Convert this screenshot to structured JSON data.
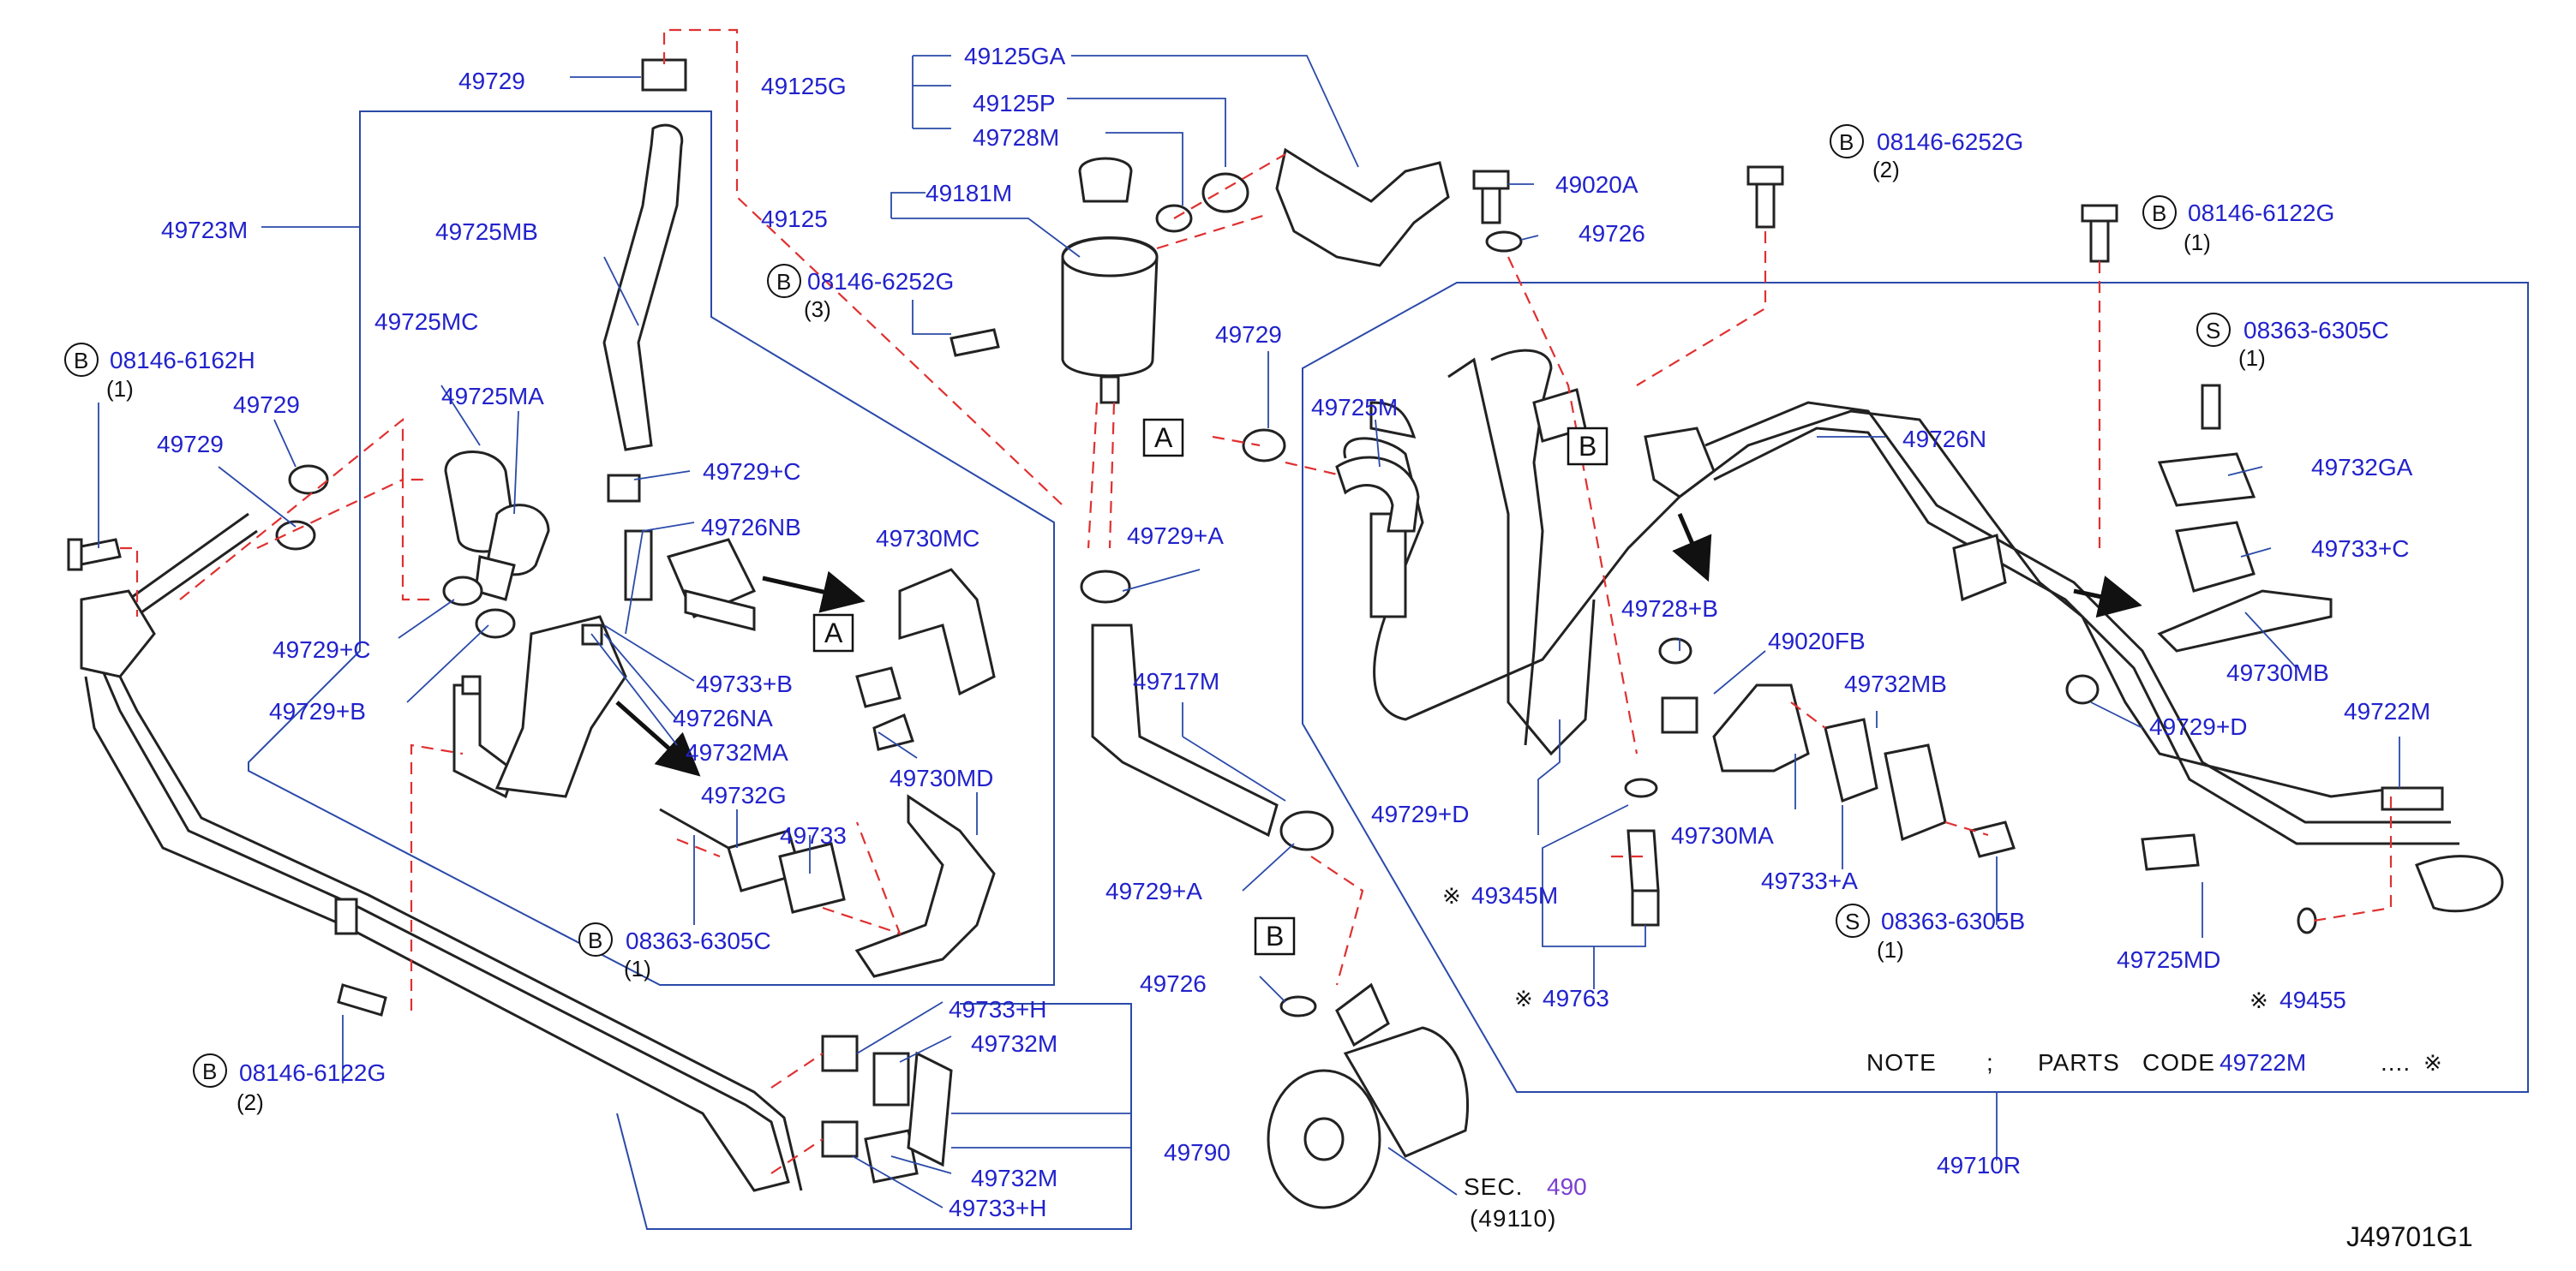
{
  "drawing_code": "J49701G1",
  "note": {
    "text1": "NOTE",
    "sep": ";",
    "text2": "PARTS",
    "text3": "CODE",
    "part": "49722M",
    "dots": "....",
    "symbol": "※"
  },
  "sec": {
    "label": "SEC.",
    "number": "490",
    "sub": "(49110)"
  },
  "colors": {
    "label": "#2222cc",
    "leader": "#2a4aa8",
    "dashed": "#e03030",
    "line": "#222222"
  },
  "callout_letters": {
    "A": "A",
    "B": "B",
    "S": "S"
  },
  "labels": {
    "l49729_top": "49729",
    "l49125G": "49125G",
    "l49125GA": "49125GA",
    "l49125P": "49125P",
    "l49728M": "49728M",
    "l49125": "49125",
    "l49181M": "49181M",
    "l08146_6252G_a": "08146-6252G",
    "l08146_6252G_a_qty": "(3)",
    "l49723M": "49723M",
    "l49725MB": "49725MB",
    "l49725MC": "49725MC",
    "l49725MA": "49725MA",
    "l08146_6162H": "08146-6162H",
    "l08146_6162H_qty": "(1)",
    "l49729_left1": "49729",
    "l49729_left2": "49729",
    "l49729C_a": "49729+C",
    "l49729C_b": "49729+C",
    "l49726NB": "49726NB",
    "l49730MC": "49730MC",
    "l49729B": "49729+B",
    "l49733B": "49733+B",
    "l49726NA": "49726NA",
    "l49732MA": "49732MA",
    "l49732G": "49732G",
    "l49733": "49733",
    "l49730MD": "49730MD",
    "l08363_6305C_a": "08363-6305C",
    "l08363_6305C_a_qty": "(1)",
    "l08146_6122G_a": "08146-6122G",
    "l08146_6122G_a_qty": "(2)",
    "l49729_mid": "49729",
    "l49725M": "49725M",
    "l49729A_a": "49729+A",
    "l49717M": "49717M",
    "l49729A_b": "49729+A",
    "l49726_low": "49726",
    "l49733H_a": "49733+H",
    "l49732M_a": "49732M",
    "l49790": "49790",
    "l49732M_b": "49732M",
    "l49733H_b": "49733+H",
    "l49020A": "49020A",
    "l49726_top": "49726",
    "l08146_6252G_b": "08146-6252G",
    "l08146_6252G_b_qty": "(2)",
    "l08146_6122G_b": "08146-6122G",
    "l08146_6122G_b_qty": "(1)",
    "l08363_6305C_b": "08363-6305C",
    "l08363_6305C_b_qty": "(1)",
    "l49726N": "49726N",
    "l49732GA": "49732GA",
    "l49733C": "49733+C",
    "l49728B": "49728+B",
    "l49020FB": "49020FB",
    "l49732MB": "49732MB",
    "l49730MB": "49730MB",
    "l49729D_a": "49729+D",
    "l49722M": "49722M",
    "l49729D_b": "49729+D",
    "l49730MA": "49730MA",
    "l49733A": "49733+A",
    "l49345M": "49345M",
    "l08363_6305B": "08363-6305B",
    "l08363_6305B_qty": "(1)",
    "l49725MD": "49725MD",
    "l49763": "49763",
    "l49455": "49455",
    "l49710R": "49710R"
  }
}
